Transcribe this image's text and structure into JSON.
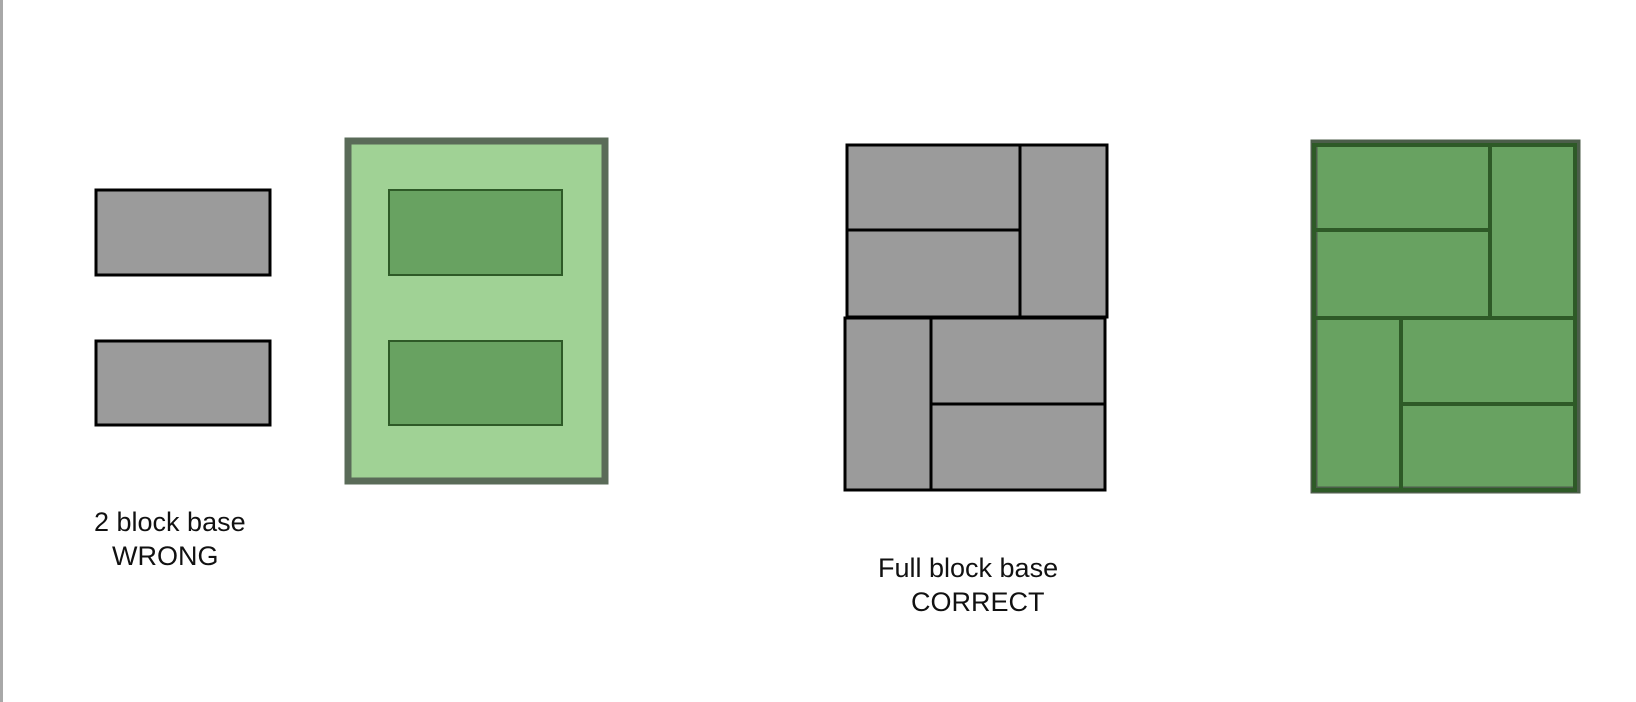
{
  "diagram": {
    "wrong_caption": {
      "line1": "2 block base",
      "line2": "WRONG"
    },
    "correct_caption": {
      "line1": "Full block base",
      "line2": "CORRECT"
    }
  },
  "colors": {
    "block_gray": "#9b9b9b",
    "block_stroke": "#000000",
    "light_green_fill": "#a0d295",
    "dark_green_fill": "#68a261",
    "green_outline": "#5a6b58",
    "green_block_stroke": "#2e5a27",
    "background": "#ffffff"
  }
}
